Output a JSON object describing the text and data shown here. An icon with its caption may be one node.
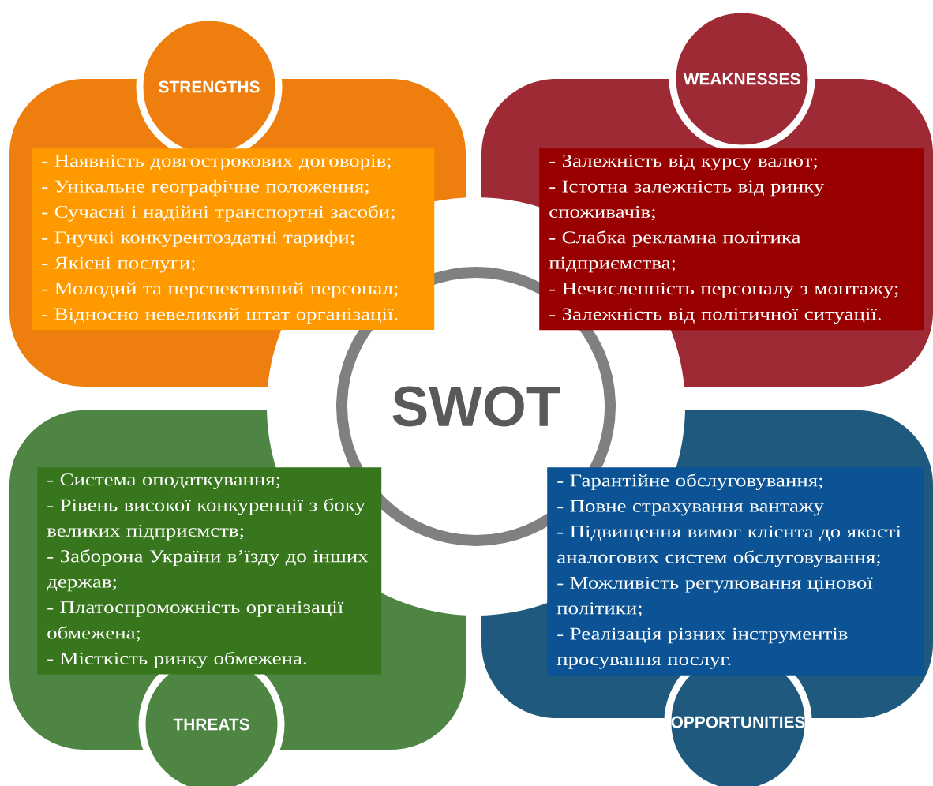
{
  "diagram": {
    "nodes": [
      {
        "text": [
          "STRENGTHS"
        ]
      },
      {
        "text": [
          "WEAKNESSES"
        ]
      },
      {
        "text": [
          "- Наявність довгострокових договорів;",
          "- Унікальне географічне положення;",
          "- Сучасні і надійні транспортні засоби;",
          "- Гнучкі конкурентоздатні тарифи;",
          "- Якісні послуги;",
          "- Молодий та перспективний персонал;",
          "- Відносно невеликий штат організації."
        ]
      },
      {
        "text": [
          "- Залежність від курсу валют;",
          "- Істотна залежність від ринку споживачів;",
          "- Слабка рекламна політика підприємства;",
          "- Нечисленність персоналу з монтажу;",
          "- Залежність від політичної ситуації."
        ]
      },
      {
        "text": [
          "SWOT"
        ]
      },
      {
        "text": [
          "- Система оподаткування;",
          "- Рівень високої конкуренції з боку великих підприємств;",
          "- Заборона України в’їзду до інших держав;",
          "- Платоспроможність організації обмежена;",
          "- Місткість ринку обмежена."
        ]
      },
      {
        "text": [
          "- Гарантійне обслуговування;",
          "- Повне страхування вантажу",
          "- Підвищення вимог клієнта до якості аналогових систем обслуговування;",
          "- Можливість регулювання цінової політики;",
          "- Реалізація різних інструментів просування послуг."
        ]
      },
      {
        "text": [
          "THREATS"
        ]
      },
      {
        "text": [
          "OPPORTUNITIES"
        ]
      }
    ]
  }
}
